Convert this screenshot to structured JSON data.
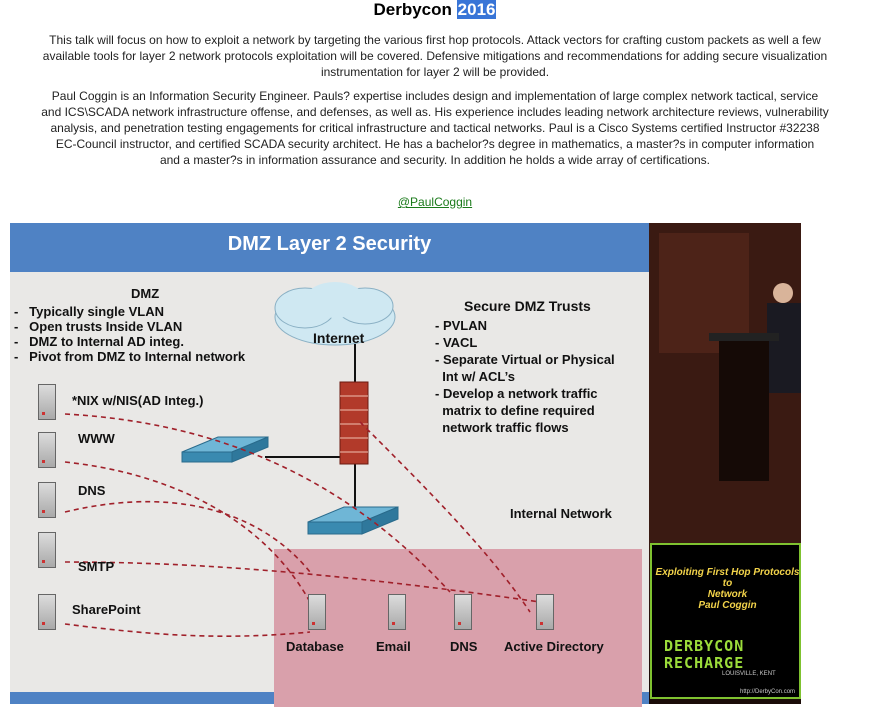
{
  "header": {
    "title_text": "Derbycon",
    "title_highlight": "2016"
  },
  "description": {
    "lines": [
      "This talk will focus on how to exploit a network by targeting the various first hop protocols. Attack vectors for crafting custom packets as well a few",
      "available tools for layer 2 network protocols exploitation will be covered. Defensive mitigations and recommendations for adding secure visualization",
      "instrumentation for layer 2 will be provided."
    ]
  },
  "bio": {
    "lines": [
      "Paul Coggin is an Information Security Engineer. Pauls? expertise includes design and implementation of large complex network tactical, service",
      "and ICS\\SCADA network infrastructure offense, and defenses, as well as. His experience includes leading network architecture reviews, vulnerability",
      "analysis, and penetration testing engagements for critical infrastructure and tactical networks. Paul is a Cisco Systems certified Instructor #32238",
      "EC-Council instructor, and certified SCADA security architect. He has a bachelor?s degree in mathematics, a master?s in computer information",
      "and a master?s in information assurance and security. In addition he holds a wide array of certifications."
    ]
  },
  "twitter_handle": "@PaulCoggin",
  "slide": {
    "title": "DMZ Layer 2 Security",
    "dmz_heading": "DMZ",
    "dmz_bullets": [
      "Typically single VLAN",
      "Open trusts Inside VLAN",
      "DMZ to Internal AD integ.",
      "Pivot from DMZ to Internal network"
    ],
    "trusts_heading": "Secure DMZ Trusts",
    "trusts_bullets": [
      "- PVLAN",
      "- VACL",
      "- Separate Virtual or Physical",
      "  Int w/ ACL’s",
      "- Develop a network traffic",
      "  matrix to define required",
      "  network traffic flows"
    ],
    "cloud_label": "Internet",
    "dmz_servers": [
      "*NIX w/NIS(AD Integ.)",
      "WWW",
      "DNS",
      "SMTP",
      "SharePoint"
    ],
    "internal_label": "Internal Network",
    "internal_servers": [
      "Database",
      "Email",
      "DNS",
      "Active Directory"
    ]
  },
  "video_overlay": {
    "talk_title": [
      "Exploiting First Hop Protocols to",
      "Network",
      "Paul Coggin"
    ],
    "logo_lines": [
      "DERBYCON",
      "RECHARGE"
    ],
    "location": "LOUISVILLE, KENT",
    "url": "http://DerbyCon.com"
  },
  "colors": {
    "highlight": "#3875d7",
    "link": "#1a7a1a",
    "slide_blue": "#4f82c4",
    "internal_zone": "#d9a0ab",
    "logo_green": "#9bdc3a"
  }
}
